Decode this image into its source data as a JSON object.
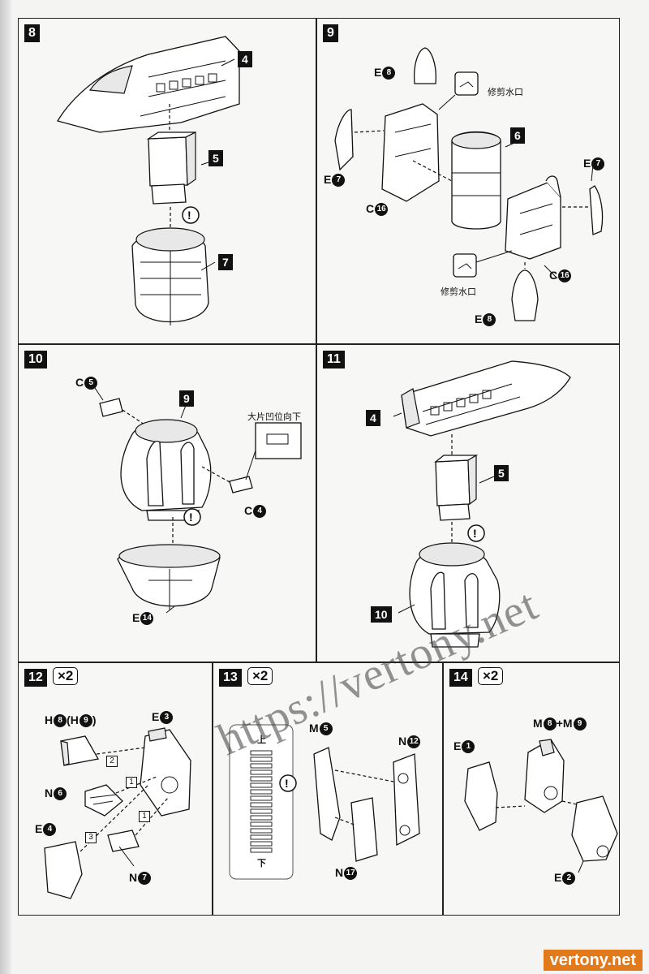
{
  "steps": {
    "s8": {
      "num": "8",
      "parts": {
        "p4": "4",
        "p5": "5",
        "p7": "7"
      }
    },
    "s9": {
      "num": "9",
      "labels": {
        "e8_top": "E",
        "e8_top_n": "8",
        "e7_left": "E",
        "e7_left_n": "7",
        "c16_left": "C",
        "c16_left_n": "16",
        "e7_right": "E",
        "e7_right_n": "7",
        "c16_right": "C",
        "c16_right_n": "16",
        "e8_bottom": "E",
        "e8_bottom_n": "8"
      },
      "notes": {
        "trim_top": "修剪水口",
        "trim_bottom": "修剪水口"
      },
      "parts": {
        "p6": "6"
      }
    },
    "s10": {
      "num": "10",
      "labels": {
        "c5": "C",
        "c5_n": "5",
        "c4": "C",
        "c4_n": "4",
        "e14": "E",
        "e14_n": "14"
      },
      "notes": {
        "concave_down": "大片凹位向下"
      },
      "parts": {
        "p9": "9"
      }
    },
    "s11": {
      "num": "11",
      "parts": {
        "p4": "4",
        "p5": "5",
        "p10": "10"
      }
    },
    "s12": {
      "num": "12",
      "times": "×2",
      "labels": {
        "h8": "H",
        "h8_n": "8",
        "h9_open": "(H",
        "h9_n": "9",
        "h9_close": ")",
        "e3": "E",
        "e3_n": "3",
        "n6": "N",
        "n6_n": "6",
        "e4": "E",
        "e4_n": "4",
        "n7": "N",
        "n7_n": "7"
      },
      "order": [
        "2",
        "1",
        "1",
        "3"
      ]
    },
    "s13": {
      "num": "13",
      "times": "×2",
      "labels": {
        "m5": "M",
        "m5_n": "5",
        "n12": "N",
        "n12_n": "12",
        "n17": "N",
        "n17_n": "17"
      },
      "notes": {
        "top": "上",
        "bottom": "下"
      }
    },
    "s14": {
      "num": "14",
      "times": "×2",
      "labels": {
        "e1": "E",
        "e1_n": "1",
        "m8": "M",
        "m8_n": "8",
        "plus": "+M",
        "m9_n": "9",
        "e2": "E",
        "e2_n": "2"
      }
    }
  },
  "watermark": "https://vertony.net",
  "brand": "vertony.net"
}
